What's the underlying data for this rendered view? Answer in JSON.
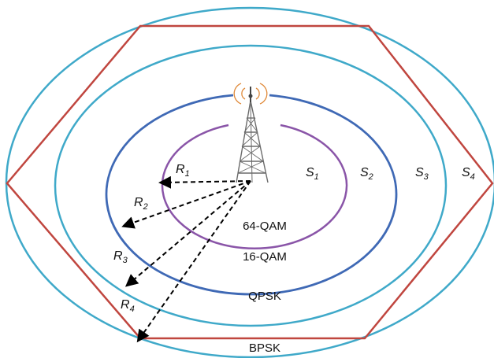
{
  "diagram": {
    "radii": [
      {
        "main": "R",
        "sub": "1"
      },
      {
        "main": "R",
        "sub": "2"
      },
      {
        "main": "R",
        "sub": "3"
      },
      {
        "main": "R",
        "sub": "4"
      }
    ],
    "segments": [
      {
        "main": "S",
        "sub": "1"
      },
      {
        "main": "S",
        "sub": "2"
      },
      {
        "main": "S",
        "sub": "3"
      },
      {
        "main": "S",
        "sub": "4"
      }
    ],
    "modulations": [
      "64-QAM",
      "16-QAM",
      "QPSK",
      "BPSK"
    ],
    "colors": {
      "ring_inner": "#8a55a8",
      "ring_blue": "#3f69b5",
      "ring_cyan": "#3fa9c9",
      "hexagon": "#c0463f",
      "arrow": "#000000",
      "tower": "#6b6b6b"
    }
  }
}
